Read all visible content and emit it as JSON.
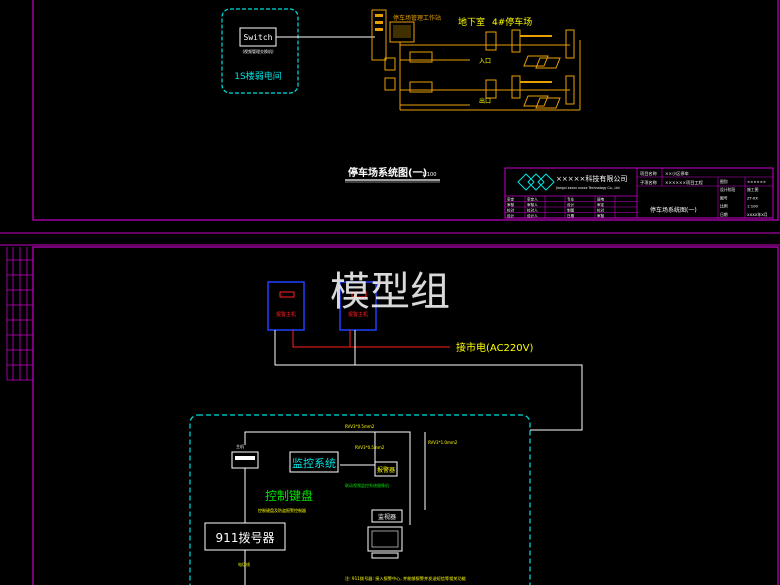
{
  "colors": {
    "frame": "#c800c8",
    "cyan": "#00e0e0",
    "green": "#00e000",
    "yellow": "#ffff00",
    "orange": "#e8a000",
    "red": "#ff2020",
    "white": "#ffffff",
    "blue": "#2040ff"
  },
  "watermark": "模型组",
  "top_sheet": {
    "switch_box": {
      "switch_label": "Switch",
      "switch_sub": "(视频管理交换机)",
      "network_label": "1S楼弱电间"
    },
    "parking": {
      "workstation_label": "停车场管理工作站",
      "basement_label": "地下室",
      "lot_label": "4#停车场",
      "entrance_label": "入口",
      "exit_label": "出口"
    },
    "drawing_title": "停车场系统图(一)",
    "drawing_scale": "1:100",
    "title_block": {
      "company": "×××××科技有限公司",
      "company_en": "Jiangxi xxxxx xxxxx Technology Co., Ltd",
      "project_label": "项目名称",
      "project_value": "××小区停车",
      "subproject_label": "子项名称",
      "subproject_value": "××××××项目工程",
      "sheet_name": "停车场系统图(一)",
      "rows_left": [
        [
          "审定",
          "审定人"
        ],
        [
          "审核",
          "审核人"
        ],
        [
          "校对",
          "校对人"
        ],
        [
          "设计",
          "设计人"
        ]
      ],
      "rows_mid": [
        [
          "专业",
          "弱电"
        ],
        [
          "设计",
          "审定"
        ],
        [
          "制图",
          "校对"
        ],
        [
          "日期",
          "审核"
        ]
      ],
      "rows_right": [
        [
          "图别",
          "××××××"
        ],
        [
          "设计阶段",
          "施工图"
        ],
        [
          "图号",
          "ZT-XX"
        ],
        [
          "比例",
          "1:100"
        ],
        [
          "日期",
          "XXXX年X月"
        ]
      ]
    }
  },
  "bottom_sheet": {
    "panels": [
      {
        "label": "报警主机"
      },
      {
        "label": "报警主机"
      }
    ],
    "mains_label": "接市电(AC220V)",
    "cable_labels": [
      "RVV3*0.5mm2",
      "RVV3*0.5mm2",
      "RVV3*1.0mm2"
    ],
    "monitor_system": "监控系统",
    "alarm_box": "报警器",
    "linkage_note": "联动视频监控系统摄像机",
    "keyboard_label": "控制键盘",
    "keyboard_note": "控制键盘及防盗报警控制器",
    "dialer_label": "911拨号器",
    "alarm_host_label": "主机",
    "monitor_label": "监视器",
    "phone_label": "电话线",
    "footnote": "注: 911拨号器: 接入报警中心, 并能够报警并发送短信等相关功能"
  }
}
